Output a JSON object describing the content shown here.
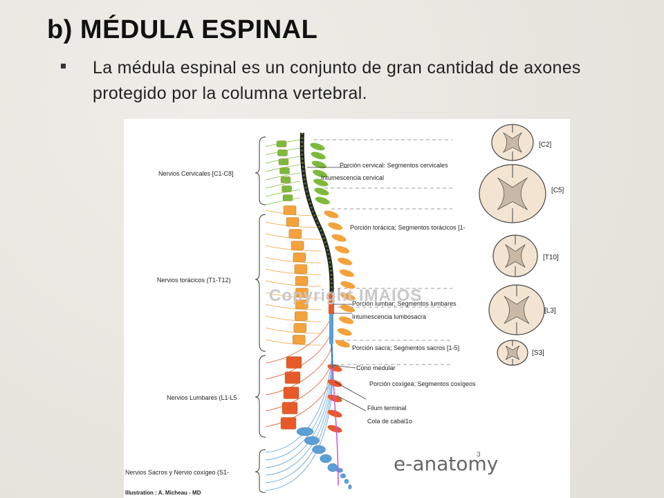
{
  "slide": {
    "title": "b) MÉDULA ESPINAL",
    "bullet": "La médula espinal es un conjunto de gran cantidad de axones protegido por la columna vertebral."
  },
  "figure": {
    "left_labels": {
      "cervical": "Nervios Cervicales [C1-C8]",
      "thoracic": "Nervios torácicos (T1-T12)",
      "lumbar": "Nervios Lumbares (L1-L5",
      "sacral": "Nervios Sacros y Nervio coxígeo (S1-"
    },
    "right_labels": {
      "cervical_portion": "Porción cervical: Segmentos cervicales",
      "cervical_enlargement": "Intumescencia cervical",
      "thoracic_portion": "Porción torácica; Segmentos torácicos [1-",
      "lumbar_portion": "Porción lumbar; Segmentos lumbares",
      "lumbosacral_enlargement": "Intumescencia lumbosacra",
      "sacral_portion": "Porción sacra; Segmentos sacros [1-5]",
      "conus": "Cono medular",
      "coccygeal_portion": "Porción coxígea; Segmentos coxígeos",
      "filum": "Filum terminal",
      "cauda": "Cola de cabal1o"
    },
    "section_labels": {
      "c2": "[C2]",
      "c5": "[C5]",
      "t10": "[T10]",
      "l3": "[L3]",
      "s3": "[S3]"
    },
    "watermark": "Copyright IMAIOS",
    "logo": "e-anatomy",
    "logo_sup": "3",
    "credit": "Illustration : A. Micheau - MD",
    "colors": {
      "cervical": "#7dba3c",
      "thoracic": "#f4a23b",
      "lumbar": "#e8592a",
      "sacral": "#5b9fd6",
      "cord": "#1f1f1f",
      "coccygeal": "#d34fd8"
    }
  }
}
